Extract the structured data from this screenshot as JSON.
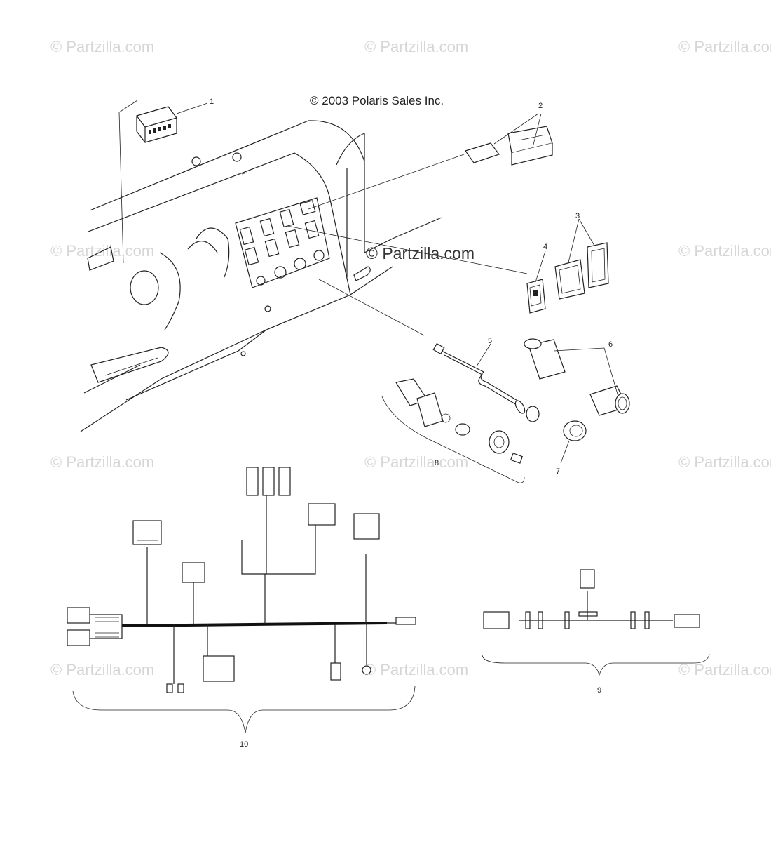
{
  "copyright": "© 2003 Polaris Sales Inc.",
  "watermark": "© Partzilla.com",
  "watermark_center": "© Partzilla.com",
  "callouts": [
    {
      "id": "1",
      "label": "1"
    },
    {
      "id": "2",
      "label": "2"
    },
    {
      "id": "3",
      "label": "3"
    },
    {
      "id": "4",
      "label": "4"
    },
    {
      "id": "5",
      "label": "5"
    },
    {
      "id": "6",
      "label": "6"
    },
    {
      "id": "7",
      "label": "7"
    },
    {
      "id": "8",
      "label": "8"
    },
    {
      "id": "9",
      "label": "9"
    },
    {
      "id": "10",
      "label": "10"
    }
  ]
}
